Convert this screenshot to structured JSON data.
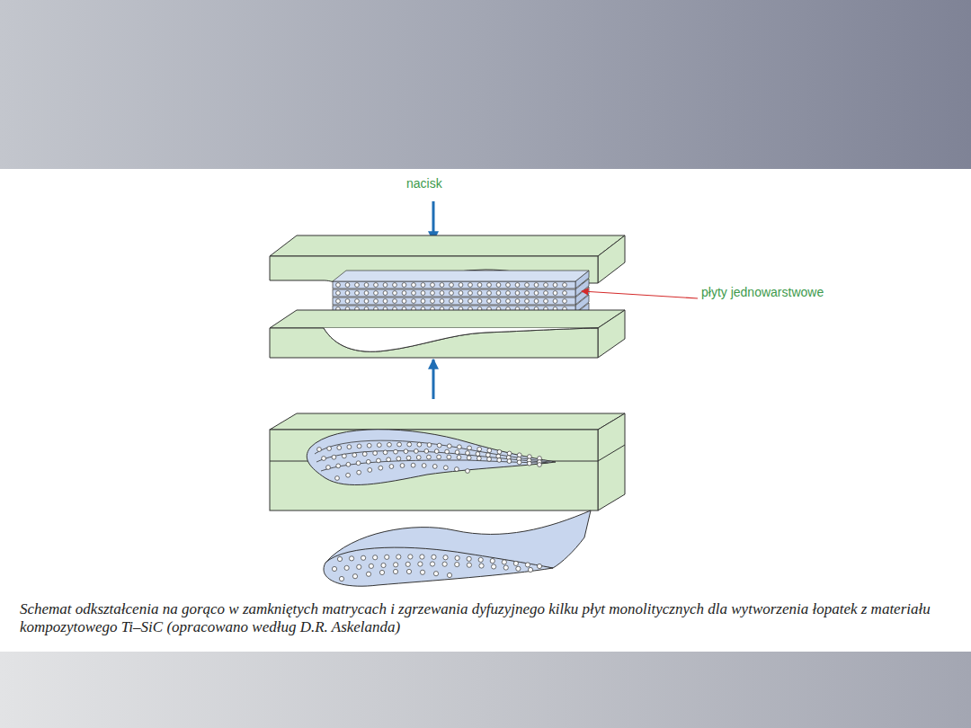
{
  "diagram": {
    "caption": "Schemat odkształcenia na gorąco w zamkniętych matrycach i zgrzewania dyfuzyjnego kilku płyt monolitycznych dla wytworzenia łopatek z materiału kompozytowego Ti–SiC (opracowano według D.R. Askelanda)",
    "labels": [
      "nacisk",
      "płyty jednowarstwowe"
    ]
  }
}
